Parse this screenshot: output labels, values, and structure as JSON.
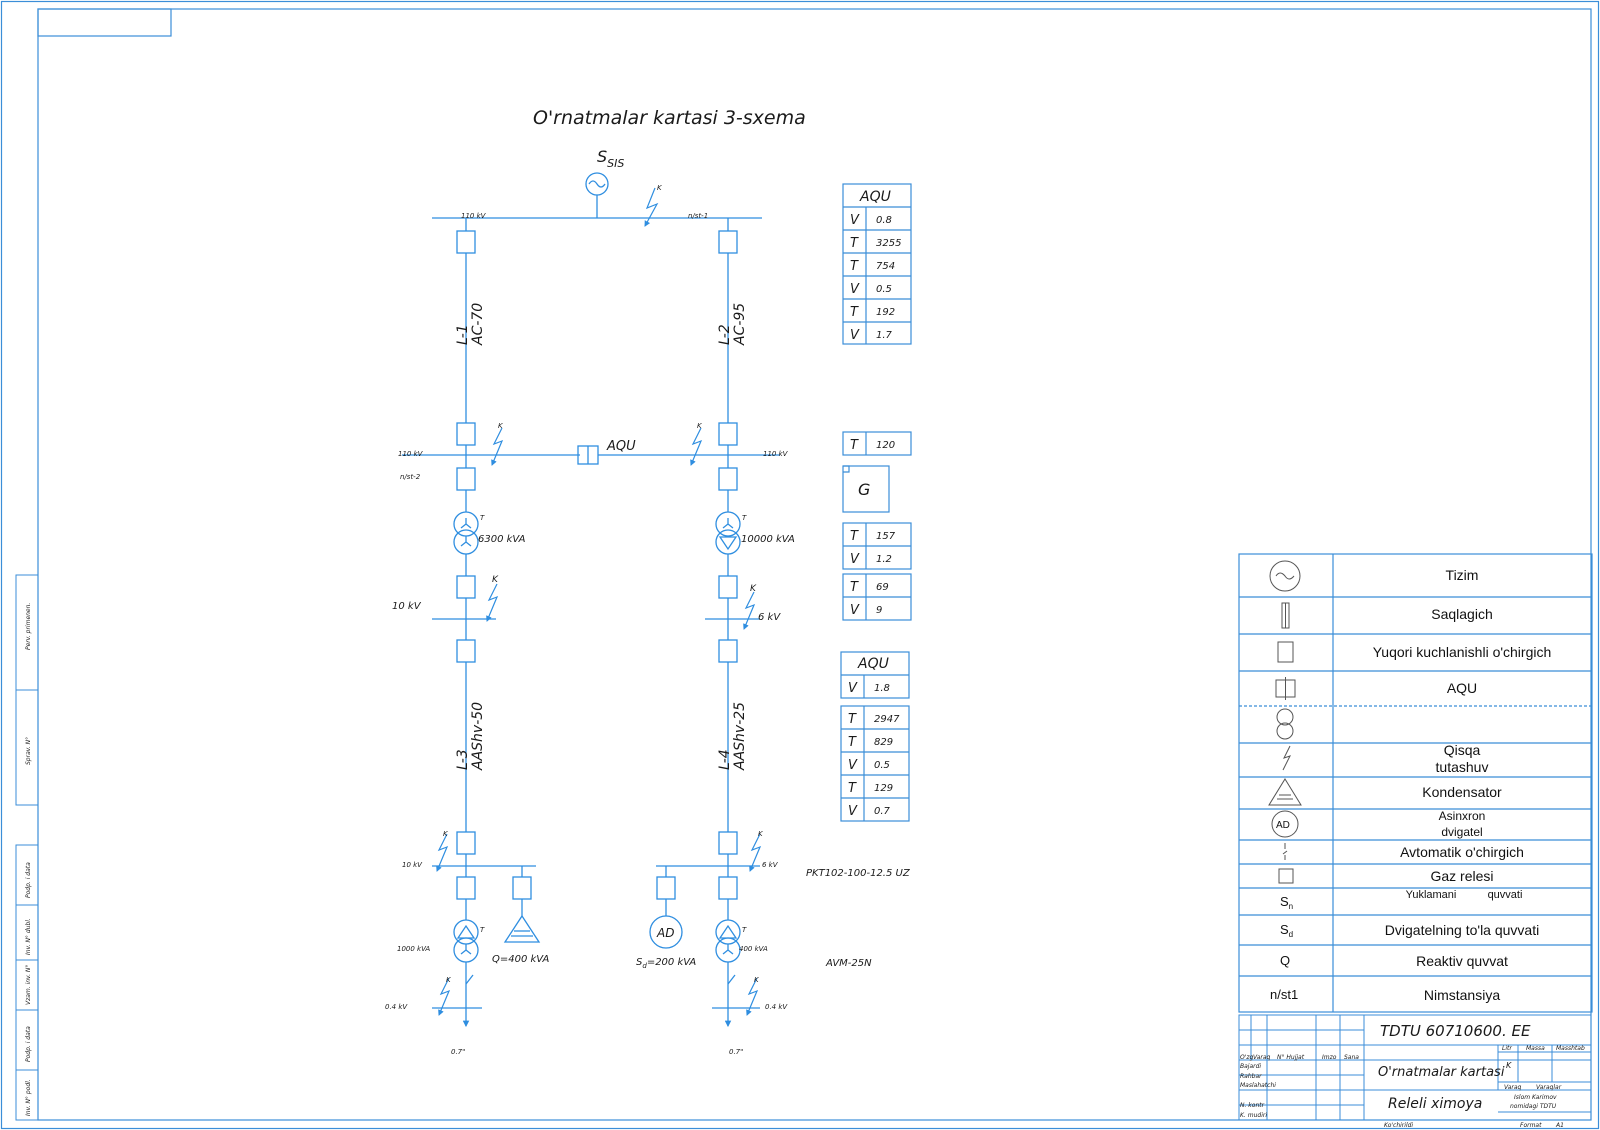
{
  "diagram": {
    "title": "O'rnatmalar kartasi 3-sxema",
    "source": {
      "label": "S",
      "label_sub": "SIS"
    },
    "labels": {
      "bus_110_left": "110 kV",
      "bus_110_right": "n/st-1",
      "k1_top": "K",
      "k1_left": "K",
      "k1_right": "K",
      "left_bus2_kv": "110 kV",
      "left_bus2_name": "n/st-2",
      "right_bus2_kv": "110 kV",
      "aqu_mid": "AQU",
      "t1_power": "6300 kVA",
      "t2_power": "10000 kVA",
      "t1_label": "T",
      "t2_label": "T",
      "k4": "K",
      "k5": "K",
      "bus_10kv_left": "10 kV",
      "bus_6kv_right": "6 kV",
      "k_bottom_left": "K",
      "k_bottom_right": "K",
      "bus_10kv_low": "10 kV",
      "bus_6kv_low": "6 kV",
      "pkt": "PKT102-100-12.5 UZ",
      "t3_power": "1000 kVA",
      "t4_power": "400 kVA",
      "t3_label": "T",
      "t4_label": "T",
      "cap_q": "Q=400 kVA",
      "ad": "AD",
      "sd": "S",
      "sd_sub": "d",
      "sd_val": "=200 kVA",
      "avm": "AVM-25N",
      "kv04_left": "0.4 kV",
      "kv04_right": "0.4 kV",
      "k_lv_left": "K",
      "k_lv_right": "K",
      "t07_left": "0.7\"",
      "t07_right": "0.7\""
    },
    "lines": {
      "l1": "L-1",
      "l1_cable": "AC-70",
      "l2": "L-2",
      "l2_cable": "AC-95",
      "l3": "L-3",
      "l3_cable": "AAShv-50",
      "l4": "L-4",
      "l4_cable": "AAShv-25"
    }
  },
  "settings_tables": {
    "table1": {
      "header": "AQU",
      "rows": [
        {
          "type": "V",
          "value": "0.8"
        },
        {
          "type": "T",
          "value": "3255"
        },
        {
          "type": "T",
          "value": "754"
        },
        {
          "type": "V",
          "value": "0.5"
        },
        {
          "type": "T",
          "value": "192"
        },
        {
          "type": "V",
          "value": "1.7"
        }
      ]
    },
    "table2": {
      "rows": [
        {
          "type": "T",
          "value": "120"
        }
      ]
    },
    "gas_relay": {
      "label": "G"
    },
    "table3": {
      "rows": [
        {
          "type": "T",
          "value": "157"
        },
        {
          "type": "V",
          "value": "1.2"
        }
      ]
    },
    "table4": {
      "rows": [
        {
          "type": "T",
          "value": "69"
        },
        {
          "type": "V",
          "value": "9"
        }
      ]
    },
    "table5": {
      "header": "AQU",
      "rows": [
        {
          "type": "V",
          "value": "1.8"
        }
      ]
    },
    "table6": {
      "rows": [
        {
          "type": "T",
          "value": "2947"
        },
        {
          "type": "T",
          "value": "829"
        },
        {
          "type": "V",
          "value": "0.5"
        },
        {
          "type": "T",
          "value": "129"
        },
        {
          "type": "V",
          "value": "0.7"
        }
      ]
    }
  },
  "legend": {
    "rows": [
      {
        "symbol": "system-source",
        "text": "Tizim"
      },
      {
        "symbol": "fuse",
        "text": "Saqlagich"
      },
      {
        "symbol": "hv-breaker",
        "text": "Yuqori kuchlanishli o'chirgich"
      },
      {
        "symbol": "aqu",
        "text": "AQU"
      },
      {
        "symbol": "transformer",
        "text": ""
      },
      {
        "symbol": "short-circuit",
        "text": "Qisqa",
        "text2": "tutashuv"
      },
      {
        "symbol": "capacitor",
        "text": "Kondensator"
      },
      {
        "symbol": "motor",
        "symbol_text": "AD",
        "text": "Asinxron",
        "text2": "dvigatel"
      },
      {
        "symbol": "auto-breaker",
        "text": "Avtomatik o'chirgich"
      },
      {
        "symbol": "gas-relay",
        "text": "Gaz relesi"
      },
      {
        "symbol": "text",
        "symbol_text": "S",
        "symbol_sub": "n",
        "text": "Yuklamani",
        "text_right": "quvvati"
      },
      {
        "symbol": "text",
        "symbol_text": "S",
        "symbol_sub": "d",
        "text": "Dvigatelning to'la quvvati"
      },
      {
        "symbol": "text",
        "symbol_text": "Q",
        "text": "Reaktiv quvvat"
      },
      {
        "symbol": "text",
        "symbol_text": "n/st1",
        "text": "Nimstansiya"
      }
    ]
  },
  "title_block": {
    "doc_code": "TDTU 60710600. EE",
    "drawing_name": "O'rnatmalar kartasi",
    "project_name": "Releli ximoya",
    "col_headers": [
      "O'zg",
      "Varaq",
      "N° Hujjat",
      "Imzo",
      "Sana"
    ],
    "roles": [
      "Bajardi",
      "Rahbar",
      "Maslahatchi",
      "N. kontr",
      "K. mudiri"
    ],
    "lit_headers": [
      "Litr",
      "Massa",
      "Masshtab"
    ],
    "lit_value": "K",
    "sheet_headers": [
      "Varaq",
      "Varaqlar"
    ],
    "org_line1": "Islom Karimov",
    "org_line2": "nomidagi TDTU",
    "copied": "Ko'chirildi",
    "format_label": "Format",
    "format_value": "A1"
  },
  "side_stamps": [
    "Perv. primenen.",
    "Sprav. N°",
    "Podp. i data",
    "Inv. N° dubl.",
    "Vzam. inv. N°",
    "Podp. i data",
    "Inv. N° podl."
  ],
  "colors": {
    "frame": "#3b8ed8",
    "line": "#2f8ee0",
    "text": "#1a1a1a",
    "legend_border": "#3b8ed8"
  }
}
